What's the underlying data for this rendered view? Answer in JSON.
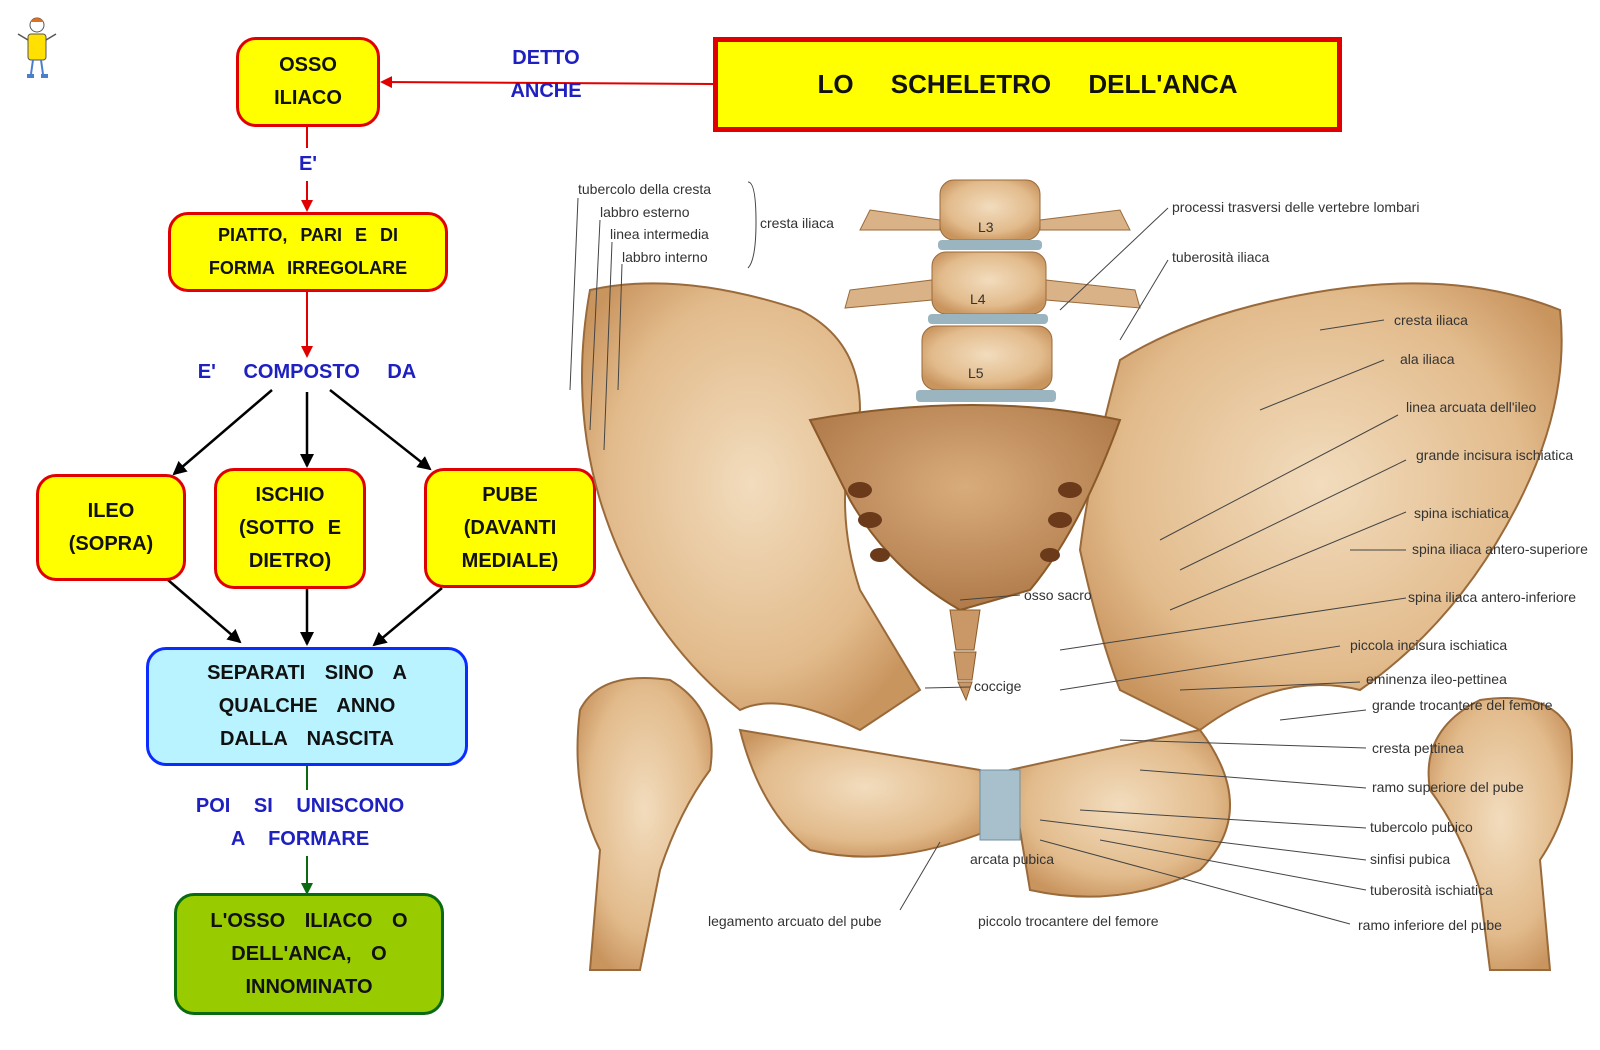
{
  "title": "LO SCHELETRO DELL'ANCA",
  "nodes": {
    "osso_iliaco": "OSSO\nILIACO",
    "piatto": "PIATTO, PARI E DI\nFORMA IRREGOLARE",
    "ileo": "ILEO\n(SOPRA)",
    "ischio": "ISCHIO\n(SOTTO E\nDIETRO)",
    "pube": "PUBE\n(DAVANTI\nMEDIALE)",
    "separati": "SEPARATI SINO A\nQUALCHE ANNO\nDALLA NASCITA",
    "osso_anca": "L'OSSO ILIACO O\nDELL'ANCA, O\nINNOMINATO"
  },
  "links": {
    "detto_anche": "DETTO\nANCHE",
    "e1": "E'",
    "composto": "E' COMPOSTO DA",
    "poi_si": "POI SI UNISCONO\nA FORMARE"
  },
  "anatomy": {
    "vertebrae": [
      "L3",
      "L4",
      "L5"
    ],
    "labels_left": [
      "tubercolo della cresta",
      "labbro esterno",
      "linea intermedia",
      "labbro interno"
    ],
    "cresta_group": "cresta iliaca",
    "labels_right": [
      "processi trasversi delle vertebre lombari",
      "tuberosità iliaca",
      "cresta iliaca",
      "ala iliaca",
      "linea arcuata dell'ileo",
      "grande incisura ischiatica",
      "spina ischiatica",
      "spina iliaca antero-superiore",
      "spina iliaca antero-inferiore",
      "piccola incisura ischiatica",
      "eminenza ileo-pettinea",
      "grande trocantere del femore",
      "cresta pettinea",
      "ramo superiore del pube",
      "tubercolo pubico",
      "sinfisi pubica",
      "tuberosità ischiatica",
      "ramo inferiore del pube"
    ],
    "labels_center": [
      "osso sacro",
      "coccige",
      "arcata pubica"
    ],
    "labels_bottom": [
      "legamento arcuato del pube",
      "piccolo trocantere del femore"
    ]
  },
  "colors": {
    "node_fill": "#ffff00",
    "node_border": "#e00000",
    "separati_fill": "#b8f3ff",
    "separati_border": "#0a2cff",
    "final_fill": "#99cc00",
    "final_border": "#0a6a10",
    "link_text": "#1f20c0",
    "bone": "#e6c49a"
  }
}
